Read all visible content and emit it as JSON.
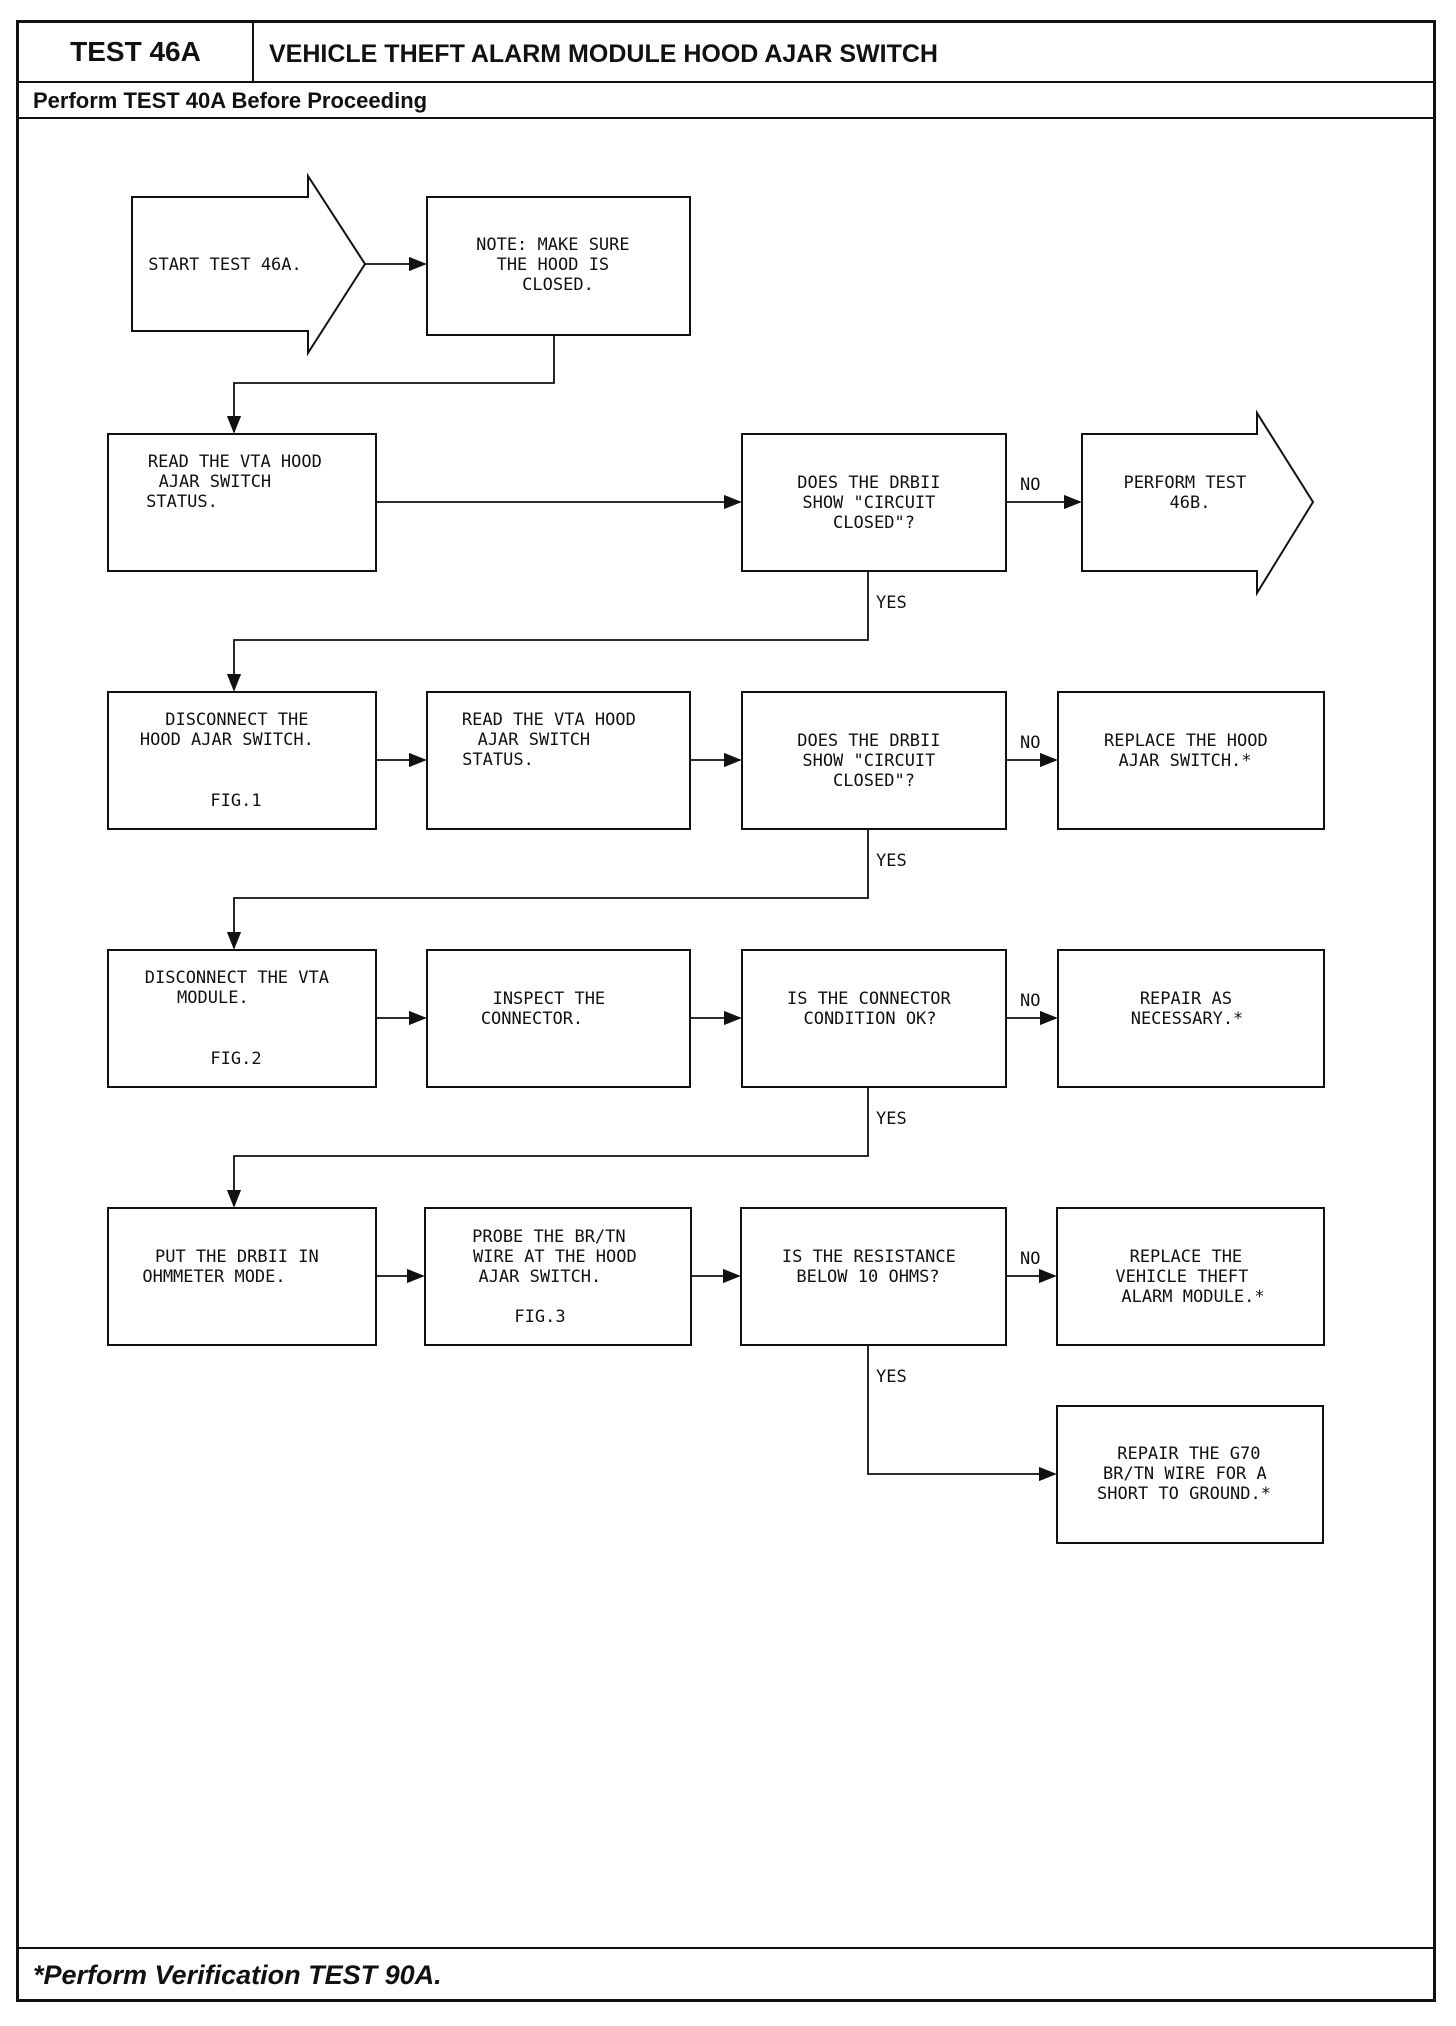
{
  "header": {
    "test_id": "TEST 46A",
    "title": "VEHICLE THEFT ALARM MODULE HOOD AJAR SWITCH",
    "prerequisite": "Perform TEST 40A Before Proceeding"
  },
  "footer": {
    "note": "*Perform Verification TEST 90A."
  },
  "flow": {
    "start": [
      "START TEST 46A."
    ],
    "note_hood": [
      "NOTE: MAKE SURE",
      "THE HOOD IS",
      "CLOSED."
    ],
    "read_status_1": [
      "READ THE VTA HOOD",
      "AJAR SWITCH",
      "STATUS."
    ],
    "q_circuit_1": [
      "DOES THE DRBII",
      "SHOW \"CIRCUIT",
      "CLOSED\"?"
    ],
    "perform_46b": [
      "PERFORM TEST",
      "46B."
    ],
    "disconnect_switch": [
      "DISCONNECT THE",
      "HOOD AJAR SWITCH."
    ],
    "fig1": "FIG.1",
    "read_status_2": [
      "READ THE VTA HOOD",
      "AJAR SWITCH",
      "STATUS."
    ],
    "q_circuit_2": [
      "DOES THE DRBII",
      "SHOW \"CIRCUIT",
      "CLOSED\"?"
    ],
    "replace_switch": [
      "REPLACE THE HOOD",
      "AJAR SWITCH.*"
    ],
    "disconnect_module": [
      "DISCONNECT THE VTA",
      "MODULE."
    ],
    "fig2": "FIG.2",
    "inspect_connector": [
      "INSPECT THE",
      "CONNECTOR."
    ],
    "q_connector": [
      "IS THE CONNECTOR",
      "CONDITION OK?"
    ],
    "repair_necessary": [
      "REPAIR AS",
      "NECESSARY.*"
    ],
    "ohmmeter": [
      "PUT THE DRBII IN",
      "OHMMETER MODE."
    ],
    "probe_wire": [
      "PROBE THE BR/TN",
      "WIRE AT THE HOOD",
      "AJAR SWITCH."
    ],
    "fig3": "FIG.3",
    "q_resistance": [
      "IS THE RESISTANCE",
      "BELOW 10 OHMS?"
    ],
    "replace_module": [
      "REPLACE THE",
      "VEHICLE THEFT",
      "ALARM MODULE.*"
    ],
    "repair_wire": [
      "REPAIR THE G70",
      "BR/TN WIRE FOR A",
      "SHORT TO GROUND.*"
    ],
    "yes_label": "YES",
    "no_label": "NO"
  }
}
